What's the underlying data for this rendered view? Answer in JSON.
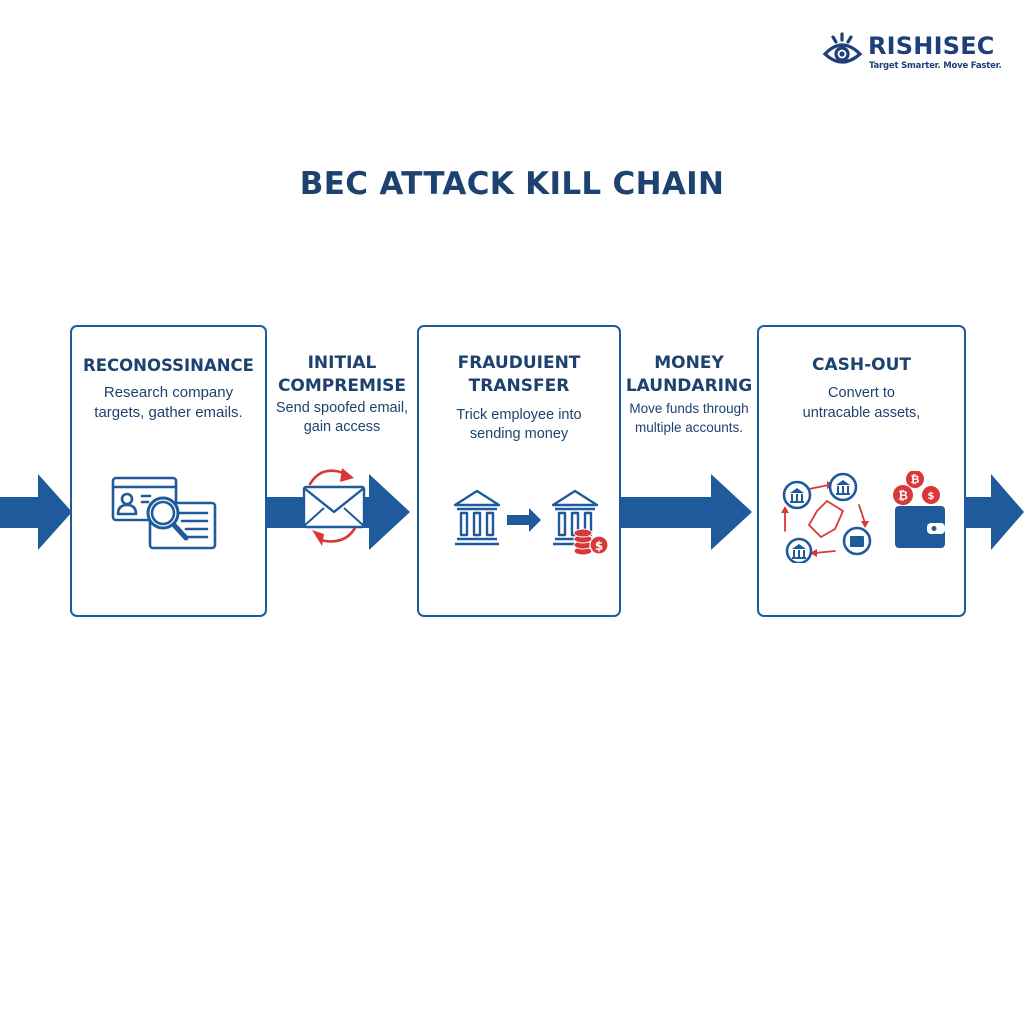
{
  "brand": {
    "name": "RISHISEC",
    "tagline": "Target Smarter. Move Faster.",
    "logo_icon": "eye-icon"
  },
  "title": "BEC ATTACK KILL CHAIN",
  "colors": {
    "primary": "#1f5a9c",
    "title": "#1e426f",
    "accent": "#d93838"
  },
  "stages": [
    {
      "title": "RECONOSSINANCE",
      "description_lines": [
        "Research company",
        "targets, gather emails."
      ],
      "icon": "profile-search-icon"
    },
    {
      "title_lines": [
        "INITIAL",
        "COMPREMISE"
      ],
      "description_lines": [
        "Send spoofed email,",
        "gain access"
      ],
      "icon": "email-cycle-icon"
    },
    {
      "title_lines": [
        "FRAUDUIENT",
        "TRANSFER"
      ],
      "description_lines": [
        "Trick employee into",
        "sending money"
      ],
      "icon": "bank-transfer-icon"
    },
    {
      "title_lines": [
        "MONEY",
        "LAUNDARING"
      ],
      "description_lines": [
        "Move funds through",
        "multiple accounts."
      ],
      "icon": "arrow-right-icon"
    },
    {
      "title": "CASH-OUT",
      "description_lines": [
        "Convert to",
        "untracable assets,"
      ],
      "icon": "crypto-wallet-icon"
    }
  ]
}
